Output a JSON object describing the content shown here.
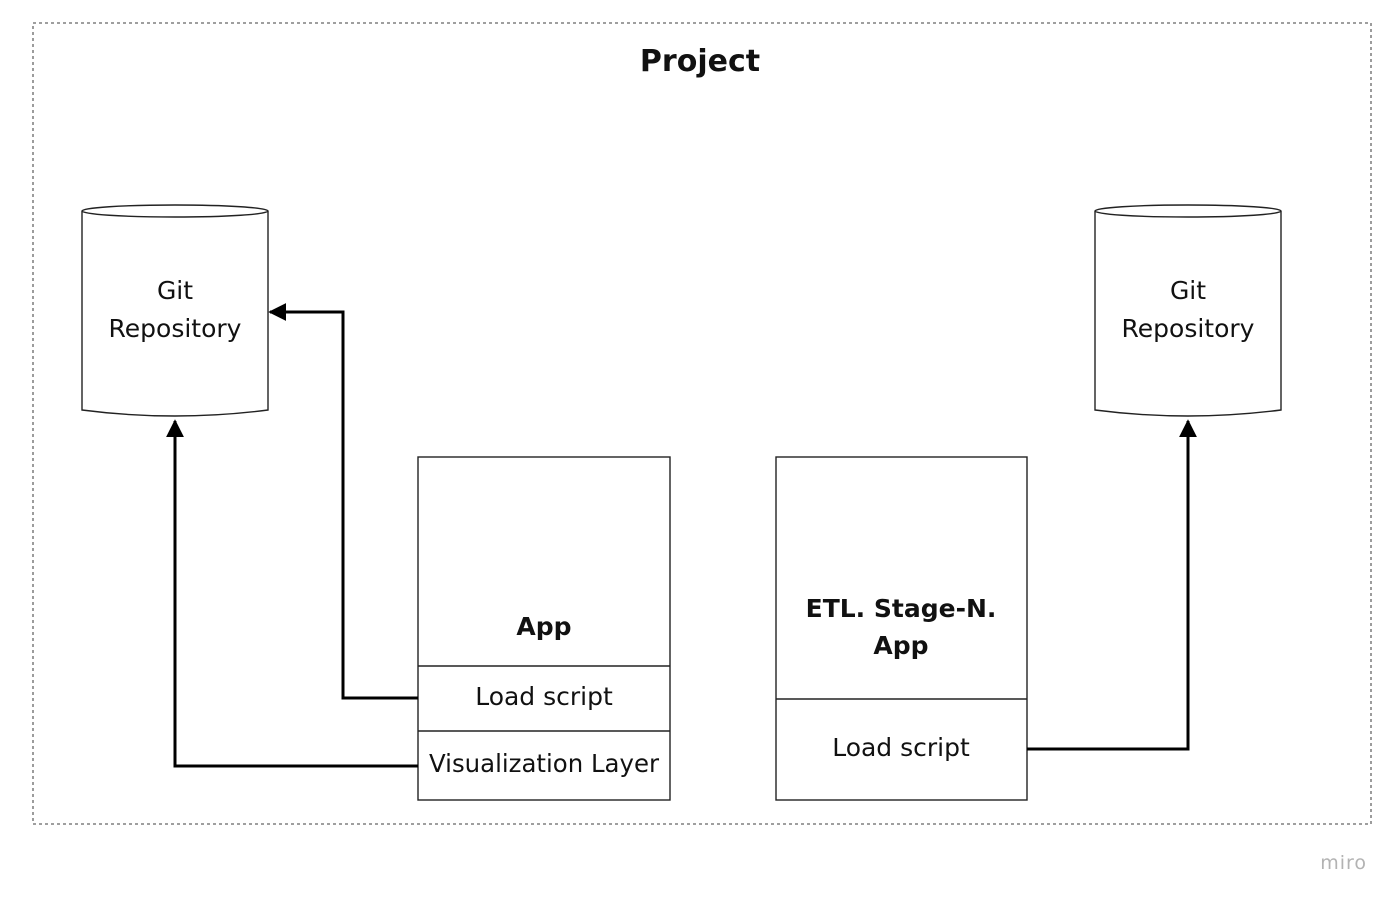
{
  "project": {
    "title": "Project"
  },
  "repos": {
    "left": {
      "line1": "Git",
      "line2": "Repository"
    },
    "right": {
      "line1": "Git",
      "line2": "Repository"
    }
  },
  "app_box": {
    "title": "App",
    "load_script": "Load script",
    "visualization_layer": "Visualization Layer"
  },
  "etl_box": {
    "title_line1": "ETL. Stage-N.",
    "title_line2": "App",
    "load_script": "Load script"
  },
  "brand": {
    "text": "miro",
    "color": "#b3b3b3"
  },
  "colors": {
    "line": "#000000",
    "border": "#222222",
    "text": "#111111"
  }
}
